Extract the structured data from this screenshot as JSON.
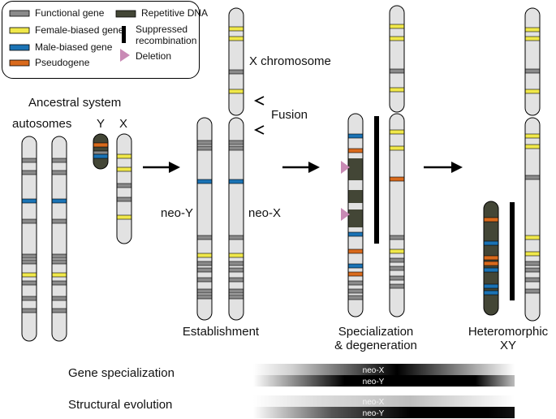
{
  "colors": {
    "functional": "#8a8a8a",
    "female_biased": "#f0e84a",
    "male_biased": "#1a73b5",
    "pseudogene": "#d96a1c",
    "repetitive": "#434636",
    "chromosome": "#e2e2e2",
    "deletion": "#c98ab5",
    "suppressed": "#000000"
  },
  "legend": {
    "functional": "Functional gene",
    "female_biased": "Female-biased gene",
    "male_biased": "Male-biased gene",
    "pseudogene": "Pseudogene",
    "repetitive": "Repetitive DNA",
    "suppressed_line1": "Suppressed",
    "suppressed_line2": "recombination",
    "deletion": "Deletion"
  },
  "labels": {
    "ancestral_system": "Ancestral system",
    "autosomes": "autosomes",
    "y": "Y",
    "x": "X",
    "x_chromosome": "X chromosome",
    "fusion": "Fusion",
    "neo_y": "neo-Y",
    "neo_x": "neo-X",
    "establishment": "Establishment",
    "specialization_1": "Specialization",
    "specialization_2": "& degeneration",
    "heteromorphic_1": "Heteromorphic",
    "heteromorphic_2": "XY"
  },
  "bars": {
    "gene_specialization": "Gene specialization",
    "structural_evolution": "Structural evolution",
    "neo_x": "neo-X",
    "neo_y": "neo-Y"
  }
}
